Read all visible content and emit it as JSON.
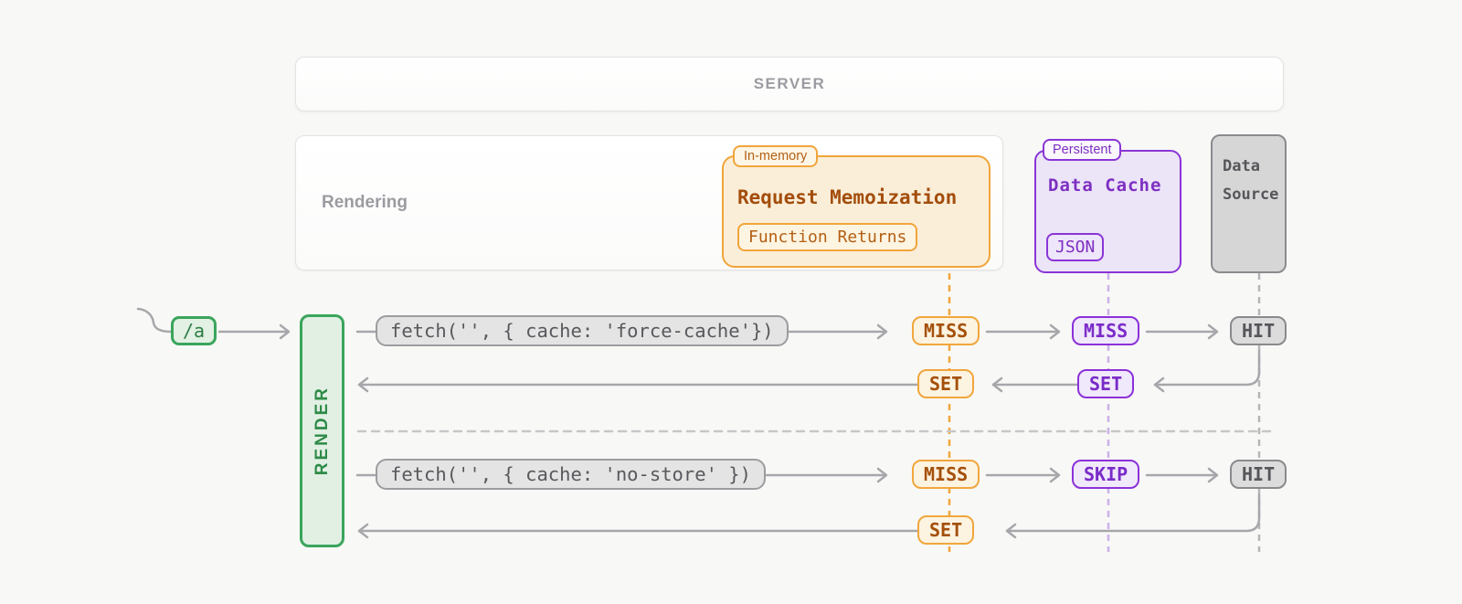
{
  "panels": {
    "server": {
      "label": "SERVER"
    },
    "rendering": {
      "label": "Rendering"
    },
    "memoization": {
      "tag": "In-memory",
      "title": "Request Memoization",
      "chip": "Function Returns"
    },
    "data_cache": {
      "tag": "Persistent",
      "title": "Data Cache",
      "chip": "JSON"
    },
    "data_source": {
      "title": "Data Source"
    }
  },
  "flow": {
    "route": "/a",
    "render": "RENDER",
    "rows": [
      {
        "request": "fetch('', { cache: 'force-cache'})",
        "memo_result": "MISS",
        "cache_result": "MISS",
        "source_result": "HIT",
        "memo_set": "SET",
        "cache_set": "SET"
      },
      {
        "request": "fetch('', { cache: 'no-store' })",
        "memo_result": "MISS",
        "cache_result": "SKIP",
        "source_result": "HIT",
        "memo_set": "SET"
      }
    ]
  },
  "colors": {
    "accent_orange": "#f1a63c",
    "accent_purple": "#8b31d9",
    "accent_green": "#3aa55c",
    "accent_gray": "#9c9ca0",
    "text_orange": "#a4500a",
    "text_purple": "#7a2bc8",
    "text_gray": "#55555a",
    "wire_gray": "#a7a7ab"
  }
}
